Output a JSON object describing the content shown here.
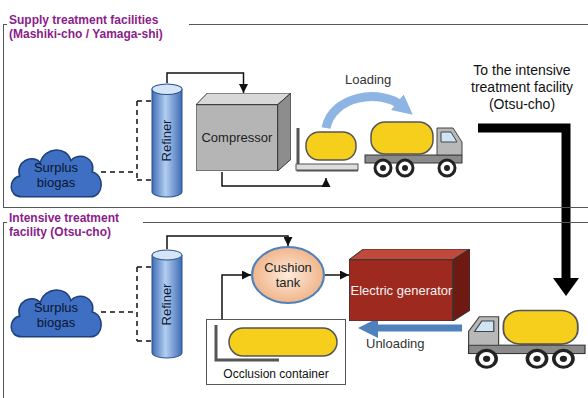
{
  "diagram": {
    "nodes": [
      {
        "text": [
          "Supply treatment facilities (Mashiki-cho / Yamaga-shi)"
        ]
      },
      {
        "text": [
          "Surplus biogas"
        ],
        "in": 0
      },
      {
        "text": [
          "Refiner"
        ],
        "in": 0
      },
      {
        "text": [
          "Compressor"
        ],
        "in": 0
      },
      {
        "text": [
          "Intensive treatment facility (Otsu-cho)"
        ]
      },
      {
        "text": [
          "Surplus biogas"
        ],
        "in": 4
      },
      {
        "text": [
          "Refiner"
        ],
        "in": 4
      },
      {
        "text": [
          "Cushion tank"
        ],
        "in": 4
      },
      {
        "text": [
          "Electric generator"
        ],
        "in": 4
      },
      {
        "text": [
          "Occlusion container"
        ],
        "in": 4
      }
    ],
    "edges": [
      {
        "from": 1,
        "to": 2,
        "arrow": "none"
      },
      {
        "from": 2,
        "to": 3,
        "arrow": "to"
      },
      {
        "from": 5,
        "to": 6,
        "arrow": "none"
      },
      {
        "from": 6,
        "to": 7,
        "arrow": "to"
      },
      {
        "from": 7,
        "to": 8,
        "arrow": "to"
      },
      {
        "from": 9,
        "to": 7,
        "arrow": "to"
      }
    ],
    "labels": [
      "Loading",
      "To the intensive treatment facility (Otsu-cho)",
      "Unloading"
    ]
  }
}
